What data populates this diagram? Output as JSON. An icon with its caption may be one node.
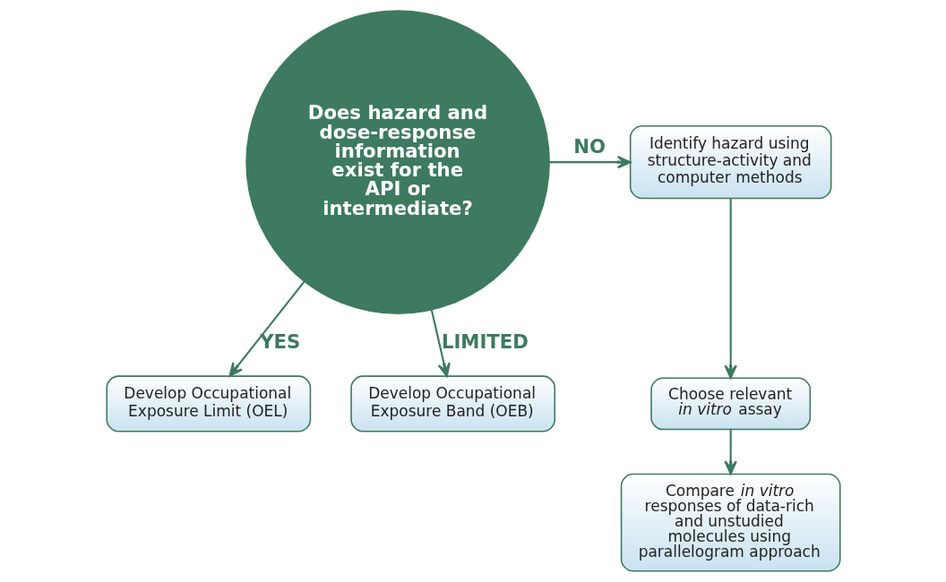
{
  "diagram": {
    "nodes": [
      {
        "text": [
          "Does hazard and dose-response information exist for the API or intermediate?"
        ]
      },
      {
        "text": [
          "Develop Occupational Exposure Limit (OEL)"
        ]
      },
      {
        "text": [
          "Develop Occupational Exposure Band (OEB)"
        ]
      },
      {
        "text": [
          "Identify hazard using structure-activity and computer methods"
        ]
      },
      {
        "text": [
          "Choose relevant *in vitro* assay"
        ]
      },
      {
        "text": [
          "Compare *in vitro* responses of data-rich and unstudied molecules using parallelogram approach"
        ]
      }
    ],
    "edges": [
      {
        "from": 0,
        "to": 1,
        "arrow": "to",
        "label": "YES"
      },
      {
        "from": 0,
        "to": 2,
        "arrow": "to",
        "label": "LIMITED"
      },
      {
        "from": 0,
        "to": 3,
        "arrow": "to",
        "label": "NO"
      },
      {
        "from": 3,
        "to": 4,
        "arrow": "to"
      },
      {
        "from": 4,
        "to": 5,
        "arrow": "to"
      }
    ]
  }
}
